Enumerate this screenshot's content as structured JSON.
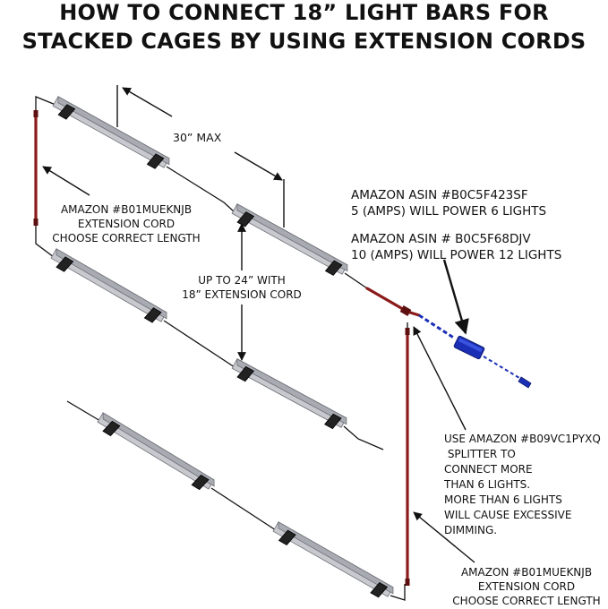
{
  "title": {
    "line1": "HOW TO CONNECT 18” LIGHT BARS FOR",
    "line2": "STACKED CAGES BY USING EXTENSION CORDS"
  },
  "labels": {
    "max_spacing": "30” MAX",
    "ext_cord_left": [
      "AMAZON #B01MUEKNJB",
      "EXTENSION CORD",
      "CHOOSE CORRECT LENGTH"
    ],
    "vertical_spacing": [
      "UP TO 24” WITH",
      "18” EXTENSION CORD"
    ],
    "power_5a": [
      "AMAZON ASIN #B0C5F423SF",
      "5 (AMPS) WILL POWER 6 LIGHTS"
    ],
    "power_10a": [
      "AMAZON ASIN # B0C5F68DJV",
      "10 (AMPS) WILL POWER 12 LIGHTS"
    ],
    "splitter": [
      "USE AMAZON #B09VC1PYXQ",
      " SPLITTER TO",
      "CONNECT MORE",
      "THAN 6 LIGHTS.",
      "MORE THAN 6 LIGHTS",
      "WILL CAUSE EXCESSIVE",
      "DIMMING."
    ],
    "ext_cord_bottom": [
      "AMAZON #B01MUEKNJB",
      "EXTENSION CORD",
      "CHOOSE CORRECT LENGTH"
    ]
  },
  "colors": {
    "extension_cord": "#8b1a1a",
    "power_adapter": "#1a2fb5",
    "light_bar": "#a9abb3",
    "clip": "#222222",
    "wire": "#111111"
  }
}
